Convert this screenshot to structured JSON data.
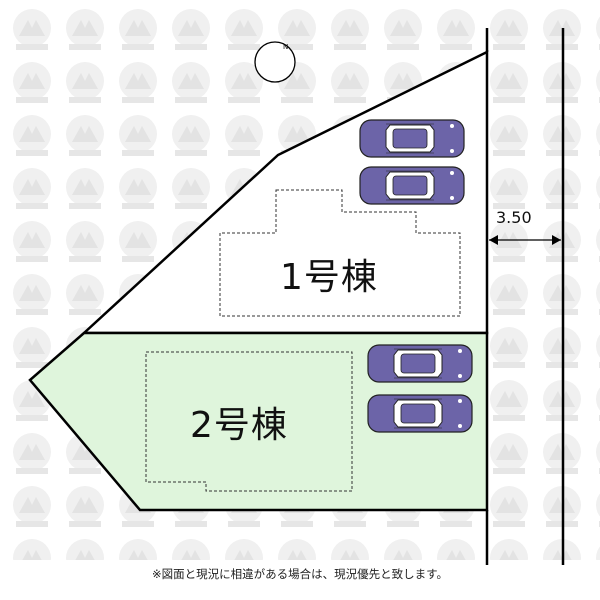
{
  "lots": [
    {
      "label": "1号棟",
      "fill": "#ffffff"
    },
    {
      "label": "2号棟",
      "fill": "#dff5dc"
    }
  ],
  "road_width": "3.50",
  "disclaimer": "※図面と現況に相違がある場合は、現況優先と致します。",
  "compass": {
    "north_label": "N"
  },
  "colors": {
    "outline": "#000000",
    "lot2_fill": "#dff5dc",
    "car_body": "#6c64a8",
    "car_window": "#ffffff",
    "watermark": "#ececec"
  }
}
